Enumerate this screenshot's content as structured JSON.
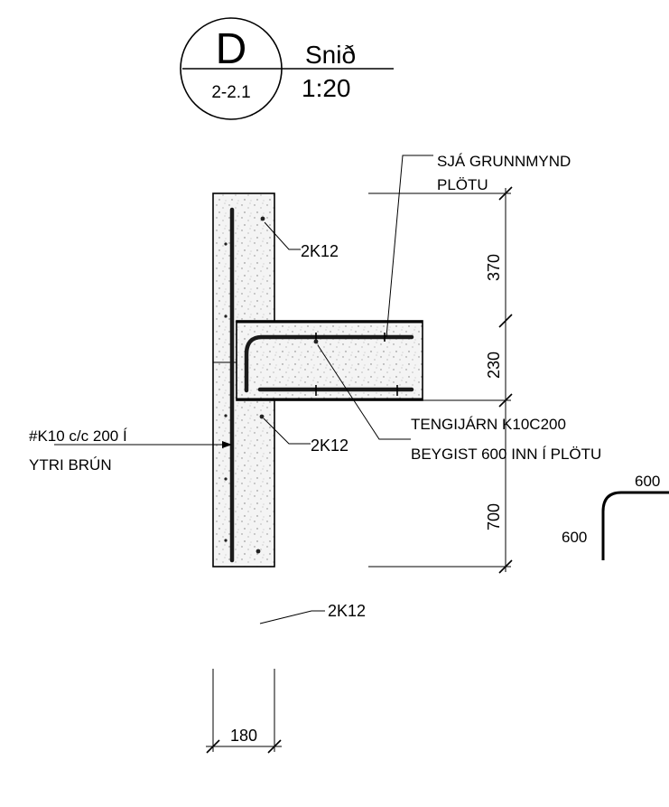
{
  "title_block": {
    "detail_letter": "D",
    "sheet_ref": "2-2.1",
    "title": "Snið",
    "scale": "1:20"
  },
  "labels": {
    "see_plan_line1": "SJÁ GRUNNMYND",
    "see_plan_line2": "PLÖTU",
    "bars_top": "2K12",
    "bars_mid": "2K12",
    "bars_bottom": "2K12",
    "mesh_line1": "#K10 c/c 200 Í",
    "mesh_line2": "YTRI BRÚN",
    "tie_line1": "TENGIJÁRN K10C200",
    "tie_line2": "BEYGIST 600 INN Í PLÖTU"
  },
  "dimensions": {
    "upper": "370",
    "slab": "230",
    "lower": "700",
    "wall_width": "180"
  },
  "bend_detail": {
    "horizontal_leg": "600",
    "vertical_leg": "600"
  }
}
